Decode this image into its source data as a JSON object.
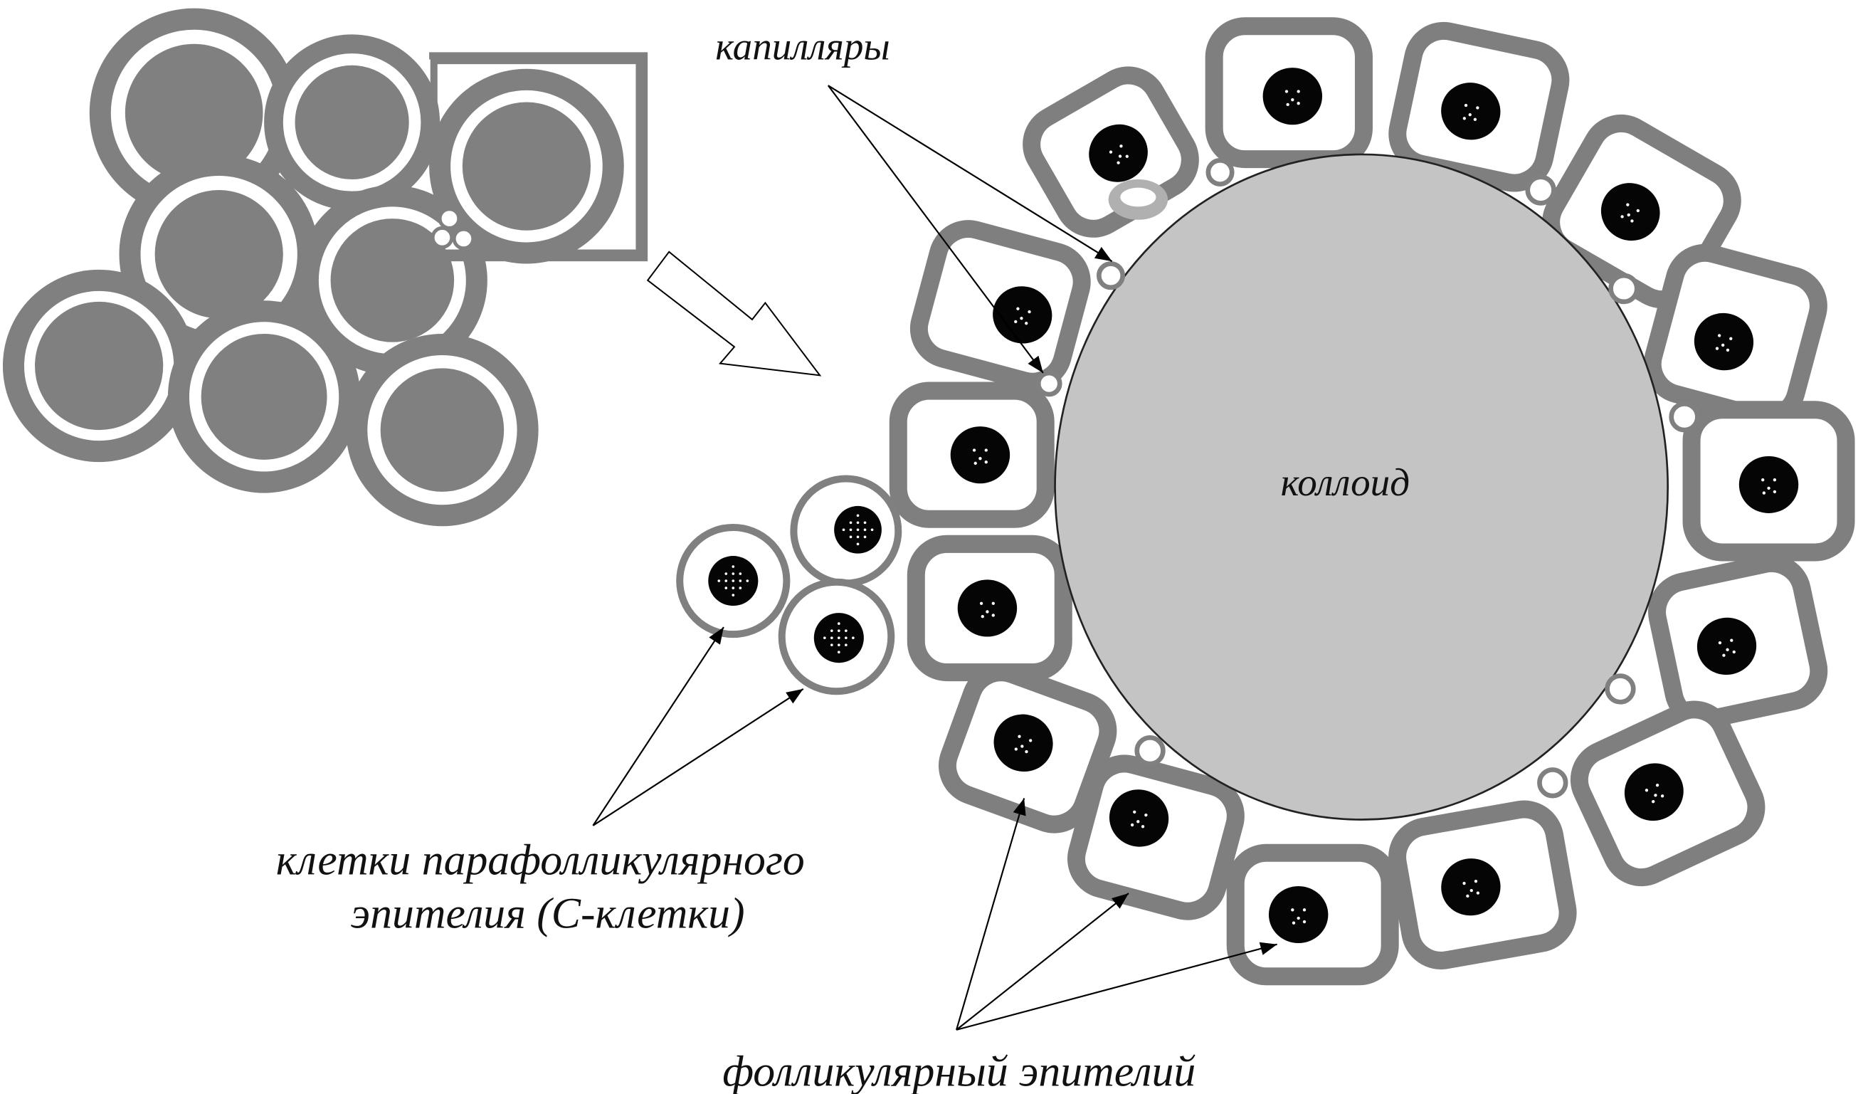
{
  "labels": {
    "capillaries": "капилляры",
    "colloid": "коллоид",
    "parafollicular_line1": "клетки парафолликулярного",
    "parafollicular_line2": "эпителия (С-клетки)",
    "follicular_epithelium": "фолликулярный эпителий"
  },
  "colors": {
    "cell_border": "#7f7f7f",
    "nucleus": "#050505",
    "colloid": "#c4c4c4",
    "follicle_fill": "#808080",
    "background": "#ffffff"
  }
}
